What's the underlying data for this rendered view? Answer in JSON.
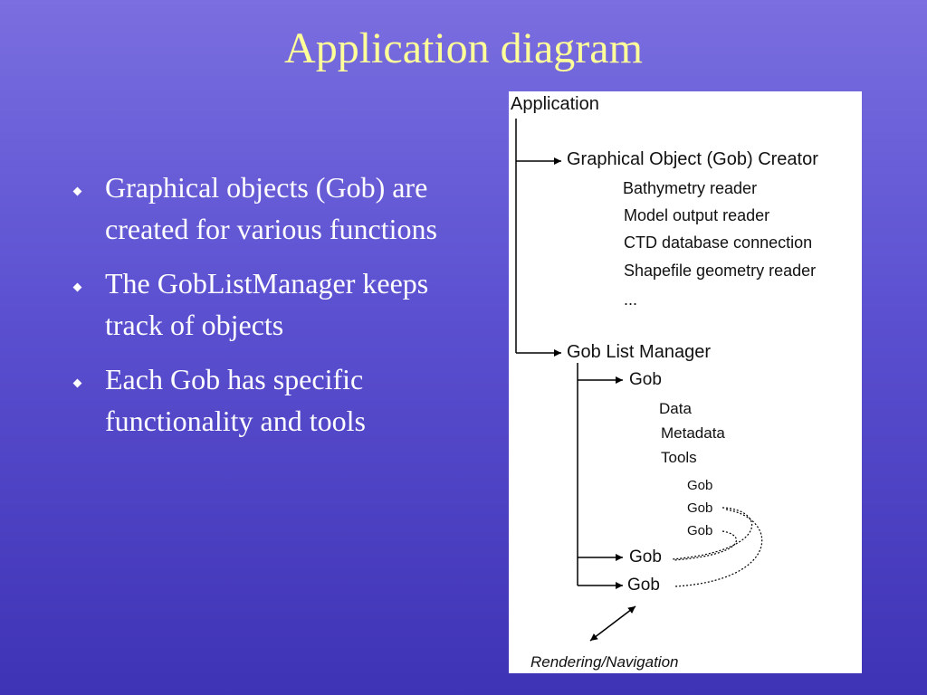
{
  "slide": {
    "title": "Application diagram",
    "bullets": [
      "Graphical objects (Gob) are created for various functions",
      "The GobListManager keeps track of objects",
      "Each Gob has specific functionality and tools"
    ]
  },
  "diagram": {
    "root": "Application",
    "creator": {
      "label": "Graphical Object (Gob) Creator",
      "items": [
        "Bathymetry reader",
        "Model output reader",
        "CTD database connection",
        "Shapefile geometry reader",
        "..."
      ]
    },
    "manager": {
      "label": "Gob List Manager",
      "gob": {
        "label": "Gob",
        "items": [
          "Data",
          "Metadata",
          "Tools"
        ],
        "children": [
          "Gob",
          "Gob",
          "Gob"
        ]
      },
      "extra_gobs": [
        "Gob",
        "Gob"
      ]
    },
    "footer": "Rendering/Navigation"
  }
}
